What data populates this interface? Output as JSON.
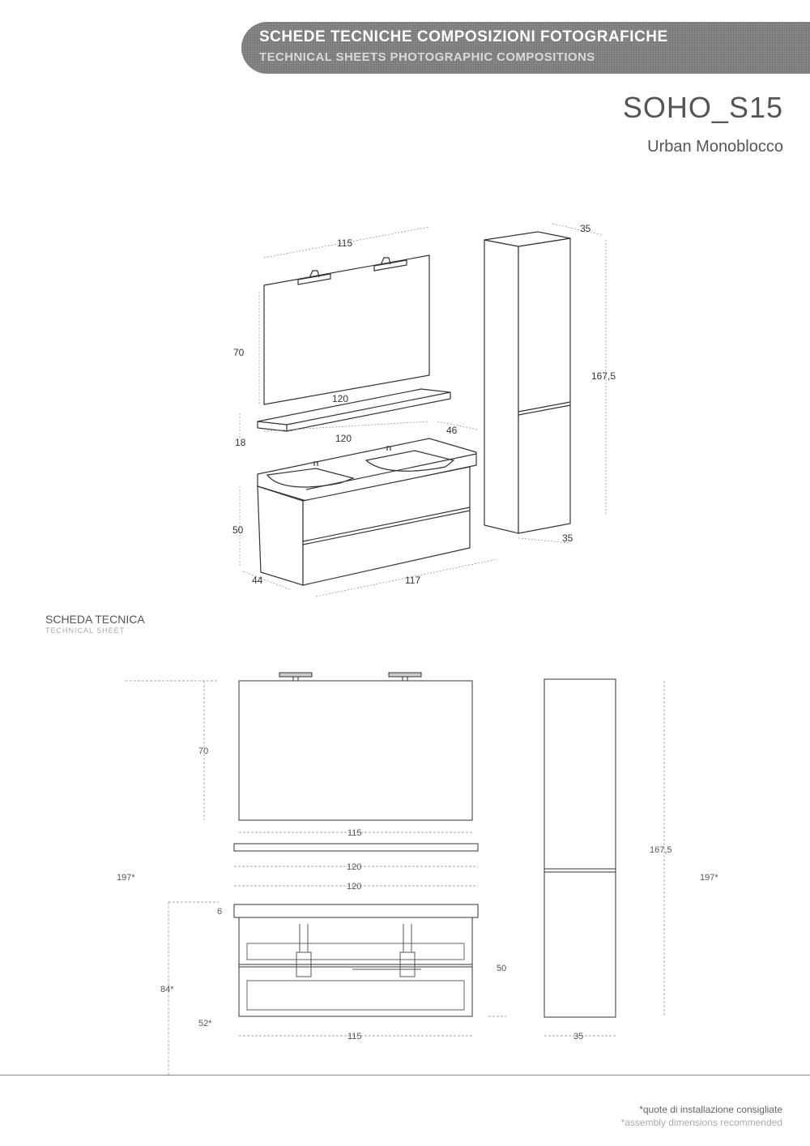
{
  "header": {
    "title": "SCHEDE TECNICHE COMPOSIZIONI FOTOGRAFICHE",
    "subtitle": "TECHNICAL SHEETS PHOTOGRAPHIC COMPOSITIONS"
  },
  "product": {
    "model": "SOHO_S15",
    "collection": "Urban Monoblocco"
  },
  "perspective_dims": {
    "mirror_width": "115",
    "mirror_height": "70",
    "shelf_width": "120",
    "shelf_height": "18",
    "basin_width": "120",
    "basin_depth": "46",
    "cabinet_height": "50",
    "cabinet_depth": "44",
    "cabinet_width": "117",
    "column_top": "35",
    "column_height": "167,5",
    "column_bottom": "35"
  },
  "sheet": {
    "title": "SCHEDA TECNICA",
    "subtitle": "TECHNICAL SHEET"
  },
  "front_dims": {
    "mirror_height": "70",
    "mirror_width": "115",
    "shelf_width": "120",
    "basin_width": "120",
    "total_height": "197*",
    "top_thickness": "6",
    "cabinet_height": "50",
    "install_height": "84*",
    "floor_clearance": "52*",
    "cabinet_width": "115",
    "column_height": "167,5",
    "column_total": "197*",
    "column_width": "35"
  },
  "footer": {
    "note_it": "*quote di installazione consigliate",
    "note_en": "*assembly dimensions recommended"
  }
}
